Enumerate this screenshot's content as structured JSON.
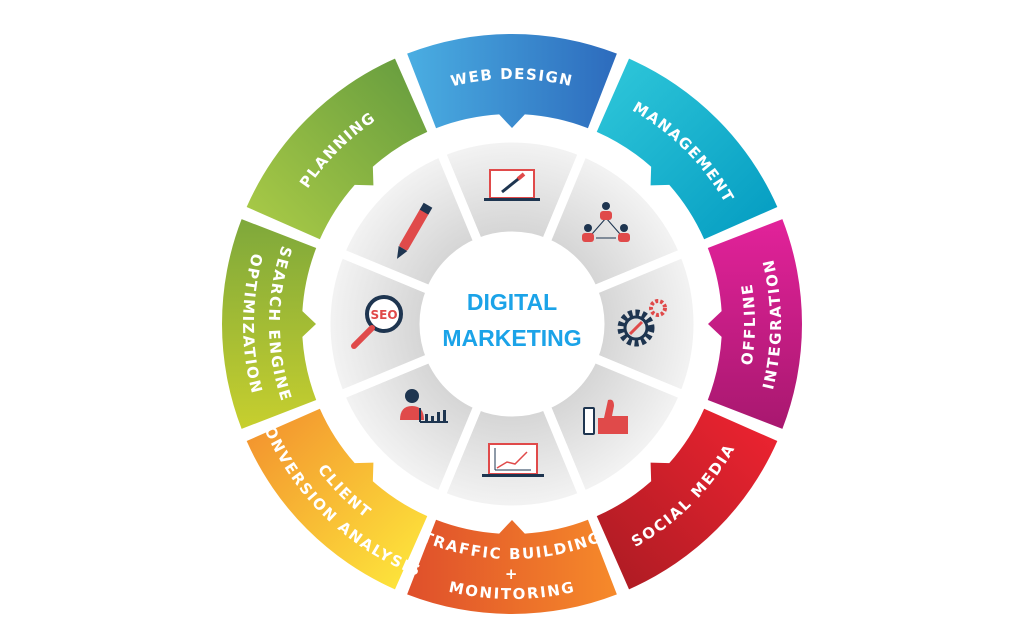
{
  "center": {
    "line1": "DIGITAL",
    "line2": "MARKETING",
    "color": "#1ba3e8"
  },
  "segments": [
    {
      "id": "web-design",
      "lines": [
        "WEB DESIGN"
      ],
      "colors": [
        "#4aaee2",
        "#2d6bbd"
      ],
      "icon": "laptop-pen-icon"
    },
    {
      "id": "management",
      "lines": [
        "MANAGEMENT"
      ],
      "colors": [
        "#2cc4d8",
        "#079fc3"
      ],
      "icon": "team-network-icon"
    },
    {
      "id": "offline-integration",
      "lines": [
        "OFFLINE",
        "INTEGRATION"
      ],
      "colors": [
        "#e2229a",
        "#a8186f"
      ],
      "icon": "gears-wrench-icon"
    },
    {
      "id": "social-media",
      "lines": [
        "SOCIAL MEDIA"
      ],
      "colors": [
        "#ea2330",
        "#b01c24"
      ],
      "icon": "thumbs-up-phone-icon"
    },
    {
      "id": "traffic-building-monitoring",
      "lines": [
        "TRAFFIC BUILDING",
        "+",
        "MONITORING"
      ],
      "colors": [
        "#f68a2a",
        "#df4f2b"
      ],
      "icon": "laptop-chart-icon"
    },
    {
      "id": "client-conversion-analysis",
      "lines": [
        "CLIENT",
        "CONVERSION ANALYSIS"
      ],
      "colors": [
        "#fde33b",
        "#f3962f"
      ],
      "icon": "person-bar-chart-icon"
    },
    {
      "id": "search-engine-optimization",
      "lines": [
        "SEARCH ENGINE",
        "OPTIMIZATION"
      ],
      "colors": [
        "#c7cf2e",
        "#7ea83b"
      ],
      "icon": "seo-magnifier-icon"
    },
    {
      "id": "planning",
      "lines": [
        "PLANNING"
      ],
      "colors": [
        "#a6c846",
        "#6a9f3f"
      ],
      "icon": "pen-icon"
    }
  ],
  "icons": {
    "seo_text": "SEO"
  }
}
